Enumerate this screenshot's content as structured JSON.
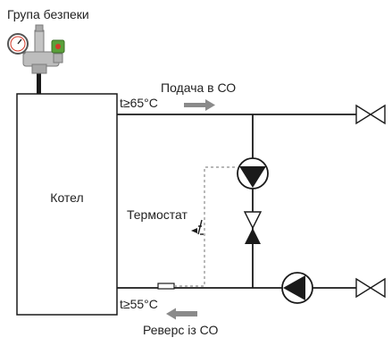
{
  "labels": {
    "safety_group": "Група безпеки",
    "boiler": "Котел",
    "supply": "Подача в СО",
    "return": "Реверс із СО",
    "supply_temp": "t≥65°C",
    "return_temp": "t≥55°C",
    "thermostat": "Термостат"
  },
  "colors": {
    "line": "#1a1a1a",
    "arrow": "#8a8a8a",
    "dashed": "#8c8c8c",
    "fitting_metal": "#b9b9b9",
    "fitting_red": "#d43a2a",
    "fitting_green": "#5aa03a"
  }
}
